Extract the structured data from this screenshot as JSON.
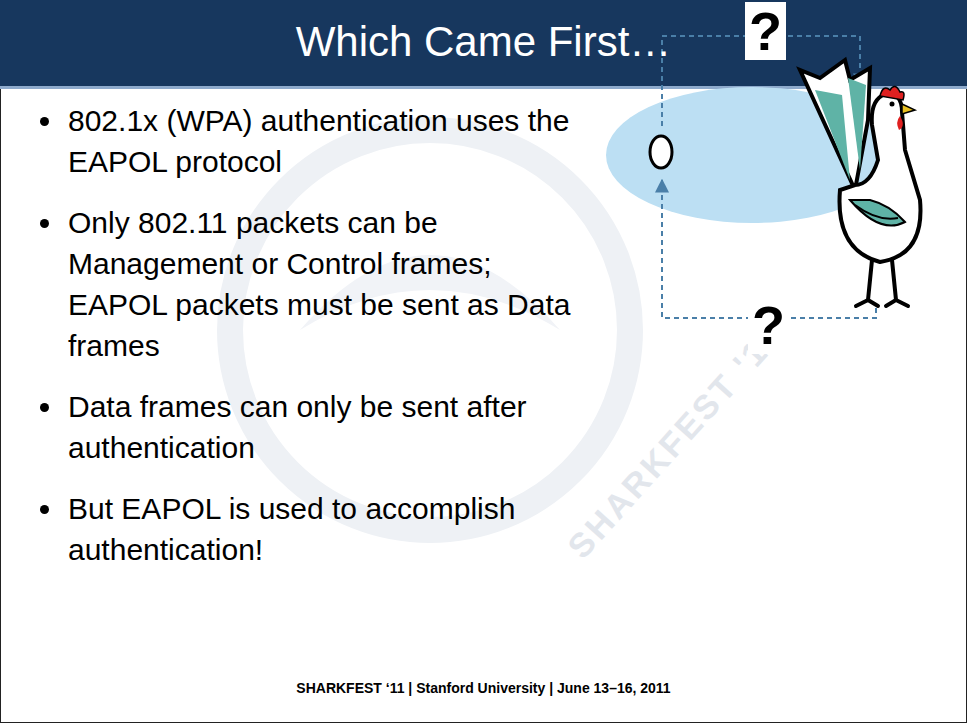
{
  "diagram": {
    "title": "Which Came First…",
    "labels": [
      "802.1x (WPA) authentication uses the EAPOL protocol",
      "Only 802.11 packets can be Management or Control frames; EAPOL packets must be sent as Data frames",
      "Data frames can only be sent after authentication",
      "But EAPOL is used to accomplish authentication!",
      "?",
      "?",
      "SHARKFEST ‘11 | Stanford University | June 13–16, 2011",
      "SHARKFEST '11"
    ]
  }
}
